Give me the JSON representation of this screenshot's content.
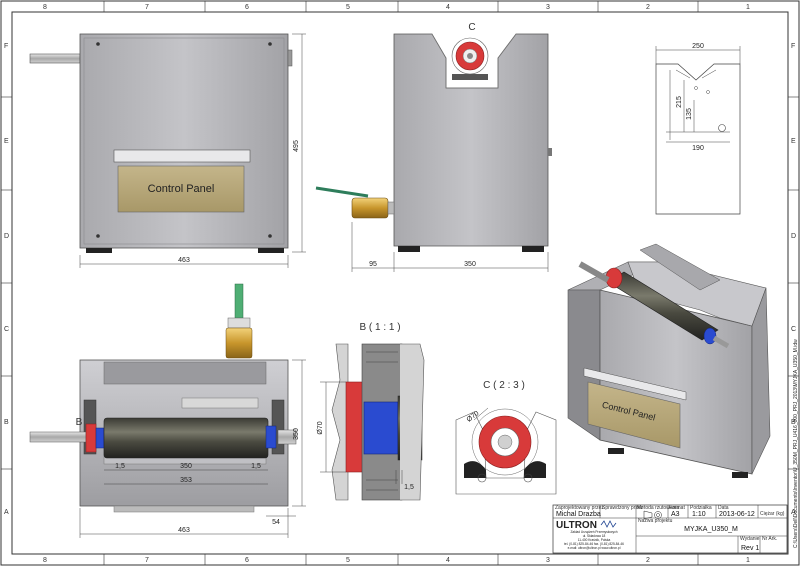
{
  "ruler": {
    "columns": [
      "8",
      "7",
      "6",
      "5",
      "4",
      "3",
      "2",
      "1"
    ],
    "rows": [
      "F",
      "E",
      "D",
      "C",
      "B",
      "A"
    ]
  },
  "views": {
    "front": {
      "panel_label": "Control Panel",
      "width_dim": "463",
      "height_dim": "495"
    },
    "side": {
      "label_c": "C",
      "dim_valve": "95",
      "dim_depth": "350"
    },
    "section_detail": {
      "width_top": "250",
      "height_outer": "215",
      "height_inner": "135",
      "width_bottom": "190"
    },
    "top": {
      "label_b": "B",
      "dim_gap_left": "1,5",
      "dim_roller": "350",
      "dim_gap_right": "1,5",
      "dim_inner": "353",
      "dim_overall": "463",
      "dim_depth": "350",
      "dim_foot": "54"
    },
    "detail_b": {
      "title": "B ( 1 : 1 )",
      "dim_dia": "Ø70",
      "dim_gap": "1,5"
    },
    "detail_c": {
      "title": "C ( 2 : 3 )",
      "dim_dia": "Ø70"
    },
    "iso": {
      "panel_label": "Control Panel"
    }
  },
  "title_block": {
    "drawn_by_label": "Zaprojektowany przez",
    "drawn_by": "Michal Drazba",
    "checked_by_label": "Sprawdzony przez",
    "proj_label": "Metoda rzutowania",
    "format_label": "Format",
    "format": "A3",
    "scale_label": "Podziałka",
    "scale": "1:10",
    "date_label": "Data",
    "date": "2013-06-12",
    "mass_label": "Ciężar (kg)",
    "logo": "ULTRON",
    "company_lines": [
      "Zakład Urządzeń Przemysłowych",
      "ul. Składowa 18",
      "11-400 Kraśnik, Polska",
      "tel. (0-81) 825-84-46  fax. (0-81) 825-84-46",
      "e-mail: ultron@ultron.pl   www.ultron.pl"
    ],
    "name_label": "Nazwa projektu",
    "drawing_name": "MYJKA_U350_M",
    "revision_label": "Wydanie",
    "revision": "Rev 1",
    "sheet_label": "Nr Ark."
  },
  "file_path": "C:\\Users\\Dell\\Documents\\Inventor\\U_350M_PRJ_U416_000_PRJ_2013\\MYJKA_U350_M.idw"
}
